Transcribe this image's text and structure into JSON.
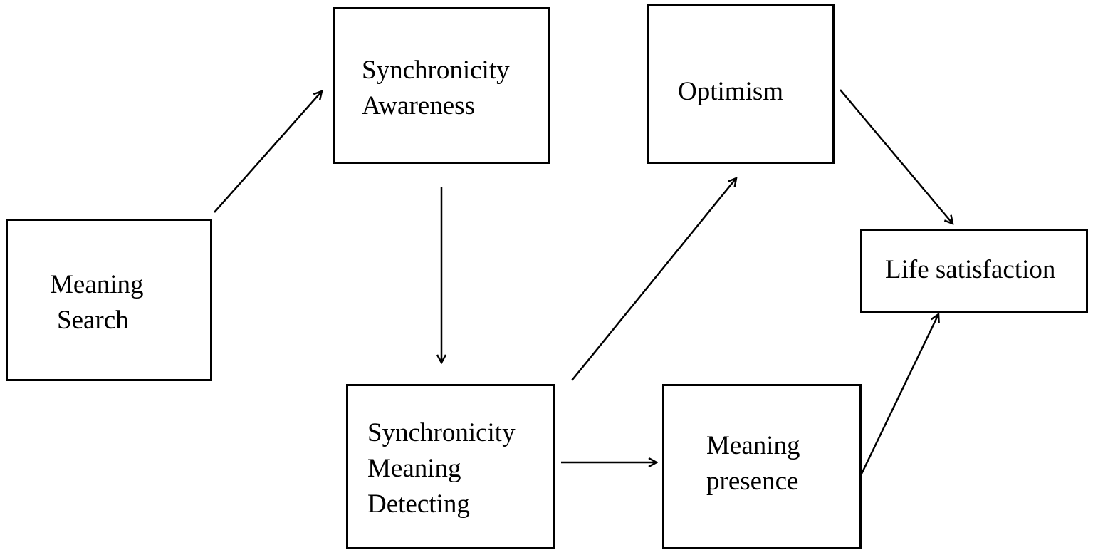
{
  "nodes": {
    "meaning_search": [
      "Meaning",
      "Search"
    ],
    "sync_awareness": [
      "Synchronicity",
      "Awareness"
    ],
    "optimism": [
      "Optimism"
    ],
    "life_satisfaction": [
      "Life satisfaction"
    ],
    "sync_meaning_detecting": [
      "Synchronicity",
      "Meaning",
      "Detecting"
    ],
    "meaning_presence": [
      "Meaning",
      "presence"
    ]
  },
  "edges": [
    {
      "from": "Meaning Search",
      "to": "Synchronicity Awareness"
    },
    {
      "from": "Synchronicity Awareness",
      "to": "Synchronicity Meaning Detecting"
    },
    {
      "from": "Synchronicity Meaning Detecting",
      "to": "Optimism"
    },
    {
      "from": "Synchronicity Meaning Detecting",
      "to": "Meaning presence"
    },
    {
      "from": "Optimism",
      "to": "Life satisfaction"
    },
    {
      "from": "Meaning presence",
      "to": "Life satisfaction"
    }
  ],
  "colors": {
    "line": "#000000",
    "background": "#ffffff"
  }
}
